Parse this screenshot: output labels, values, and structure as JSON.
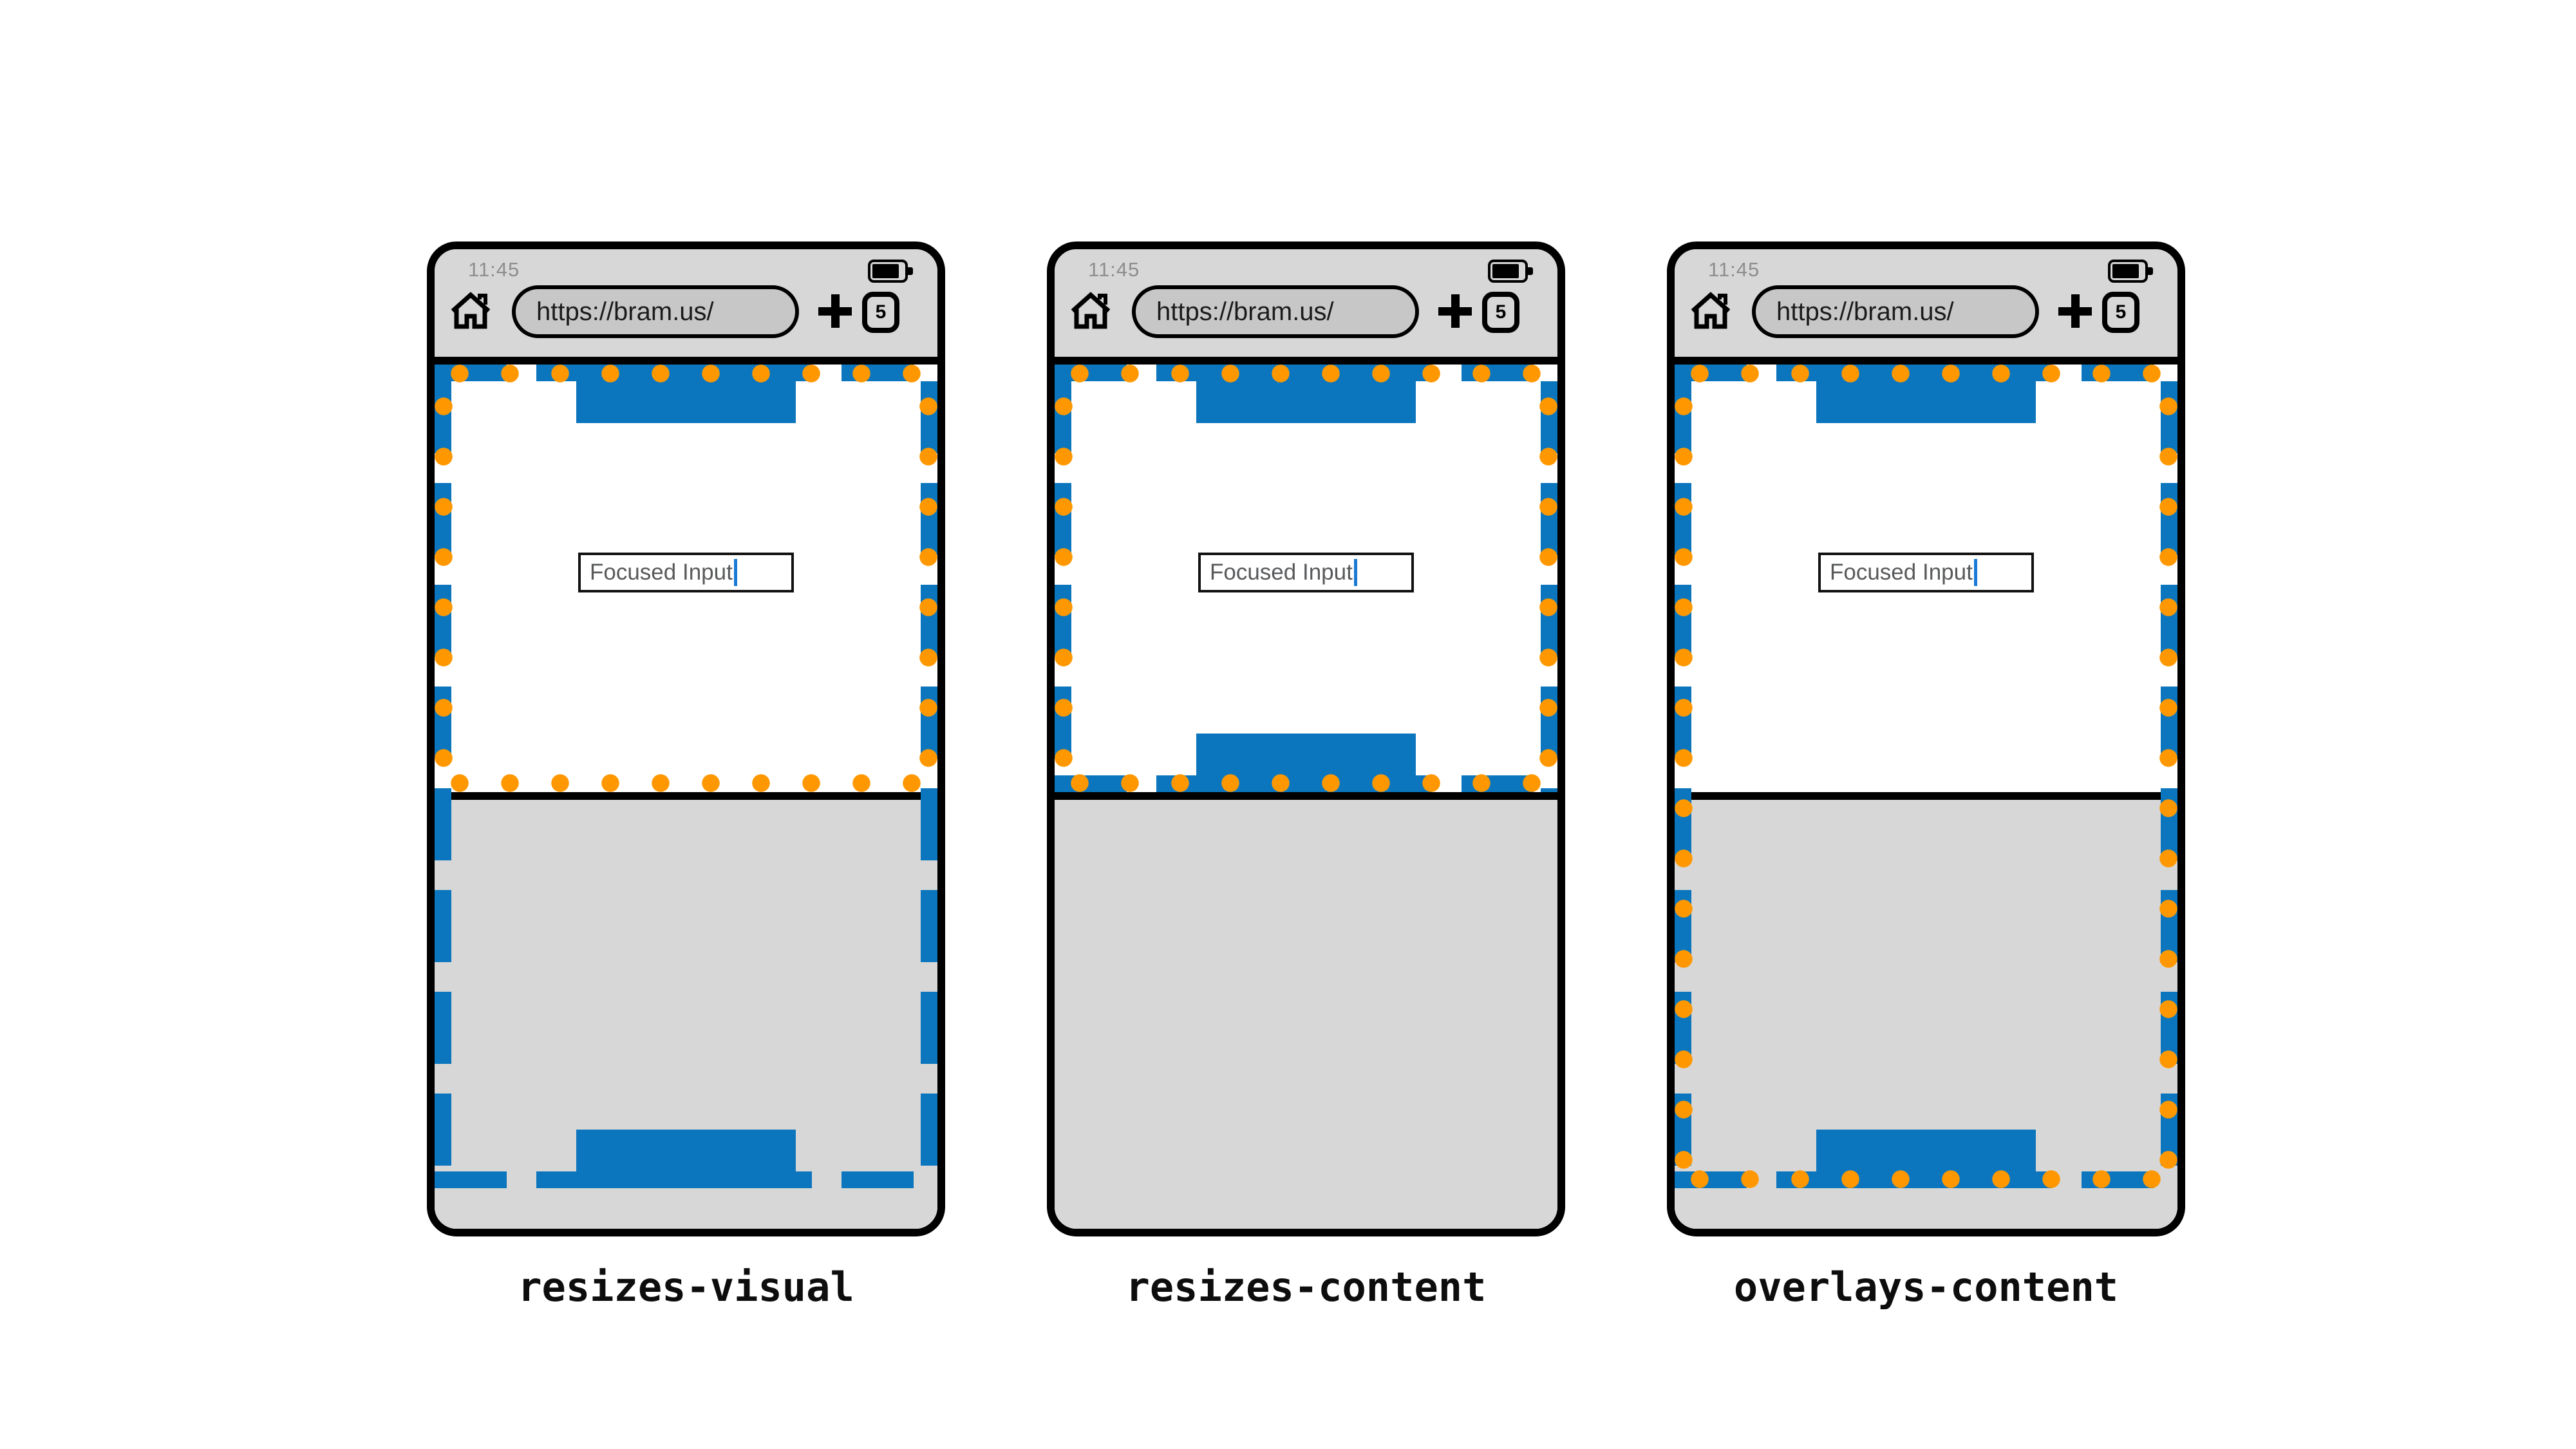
{
  "colors": {
    "fixed_element_blue": "#0b76bd",
    "visual_viewport_orange": "#ff9800",
    "browser_chrome_gray": "#d7d7d7",
    "url_pill_gray": "#c7c7c7",
    "keyboard_gray": "#d7d7d7",
    "input_caret_blue": "#1a7ad4"
  },
  "icons": {
    "home": "house outline",
    "battery": "battery full",
    "plus": "new tab plus",
    "tab_counter": "rounded square with open tab count"
  },
  "phones": [
    {
      "mode": "resizes-visual",
      "label": "resizes-visual",
      "statusbar": {
        "time": "11:45"
      },
      "toolbar": {
        "url": "https://bram.us/",
        "tab_count": "5"
      },
      "page": {
        "input_value": "Focused Input"
      }
    },
    {
      "mode": "resizes-content",
      "label": "resizes-content",
      "statusbar": {
        "time": "11:45"
      },
      "toolbar": {
        "url": "https://bram.us/",
        "tab_count": "5"
      },
      "page": {
        "input_value": "Focused Input"
      }
    },
    {
      "mode": "overlays-content",
      "label": "overlays-content",
      "statusbar": {
        "time": "11:45"
      },
      "toolbar": {
        "url": "https://bram.us/",
        "tab_count": "5"
      },
      "page": {
        "input_value": "Focused Input"
      }
    }
  ]
}
